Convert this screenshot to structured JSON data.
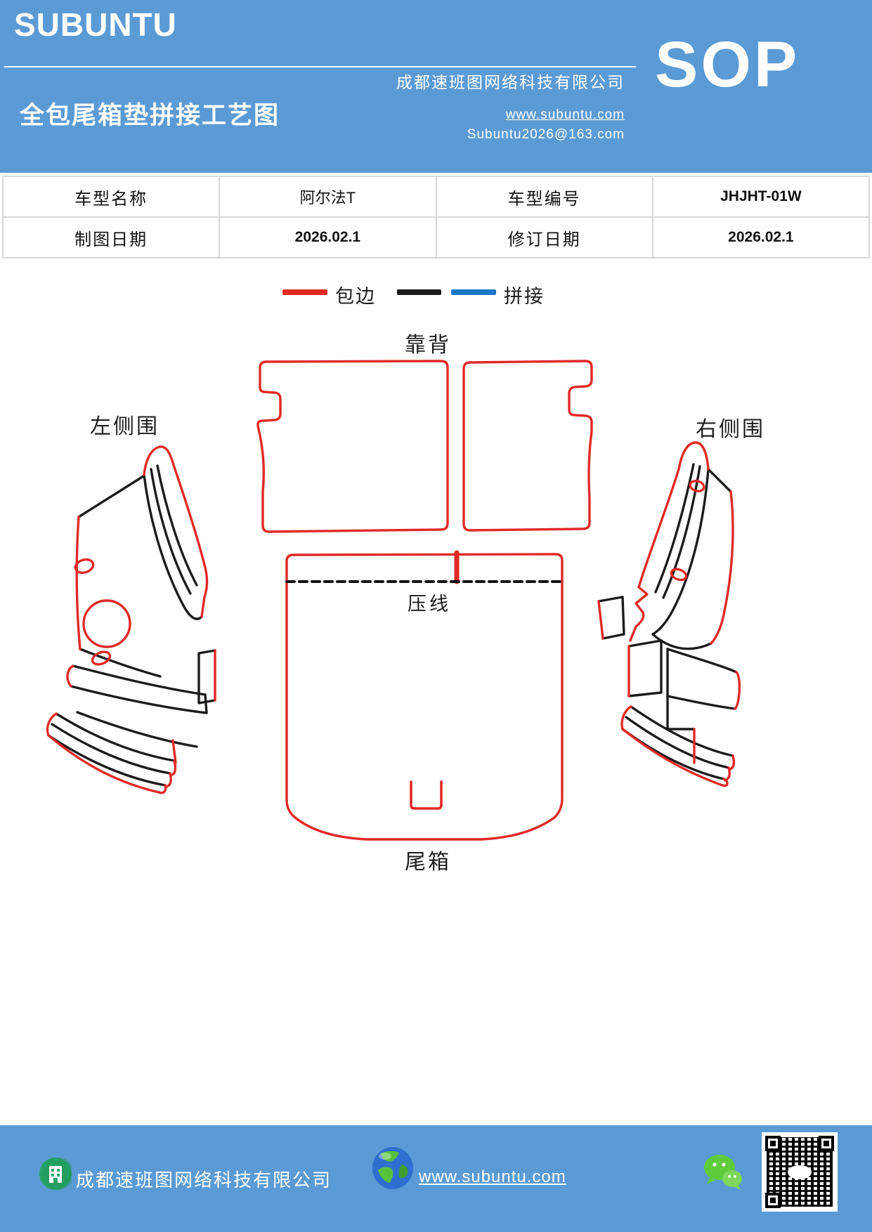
{
  "header": {
    "brand": "SUBUNTU",
    "company": "成都速班图网络科技有限公司",
    "sop_label": "SOP",
    "title": "全包尾箱垫拼接工艺图",
    "website": "www.subuntu.com",
    "email": "Subuntu2026@163.com"
  },
  "info_table": {
    "rows": [
      {
        "c0": "车型名称",
        "c1": "阿尔法T",
        "c2": "车型编号",
        "c3": "JHJHT-01W"
      },
      {
        "c0": "制图日期",
        "c1": "2026.02.1",
        "c2": "修订日期",
        "c3": "2026.02.1"
      }
    ]
  },
  "legend": {
    "edge_label": "包边",
    "splice_label": "拼接"
  },
  "diagram_labels": {
    "backrest": "靠背",
    "left_side": "左侧围",
    "right_side": "右侧围",
    "press_line": "压线",
    "trunk": "尾箱"
  },
  "footer": {
    "company": "成都速班图网络科技有限公司",
    "website": "www.subuntu.com"
  },
  "colors": {
    "theme_blue": "#5b9bd5",
    "edge_red": "#e02a26",
    "splice_black": "#1c1c1c",
    "splice_blue": "#1e78c8"
  }
}
